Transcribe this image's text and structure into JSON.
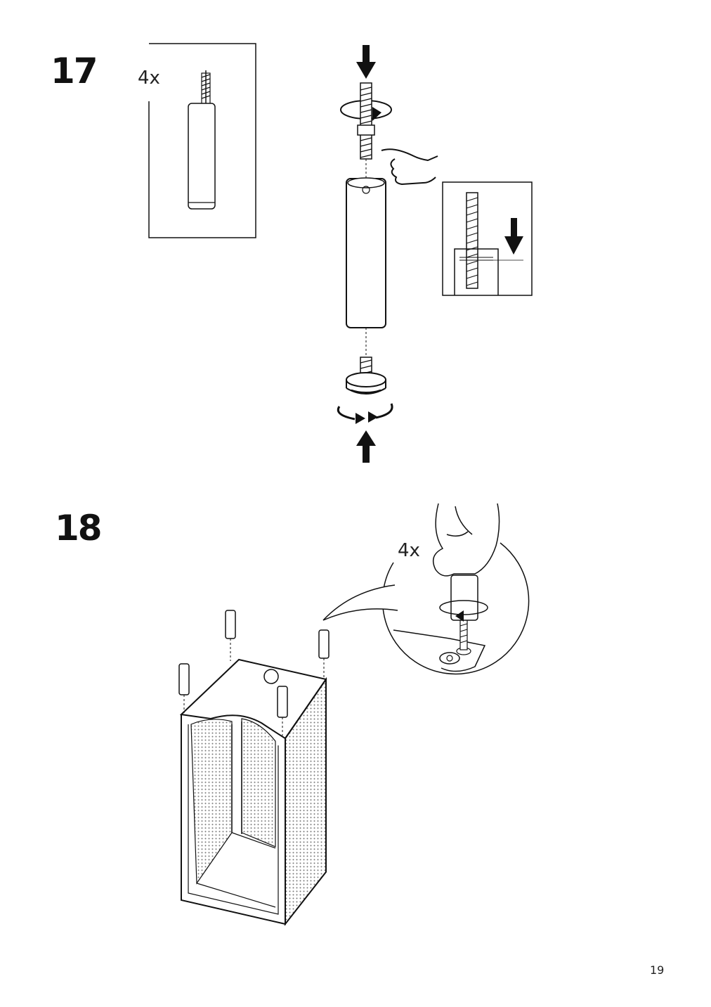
{
  "step17": {
    "number": "17",
    "quantity": "4x"
  },
  "step18": {
    "number": "18",
    "quantity": "4x"
  },
  "page_number": "19"
}
